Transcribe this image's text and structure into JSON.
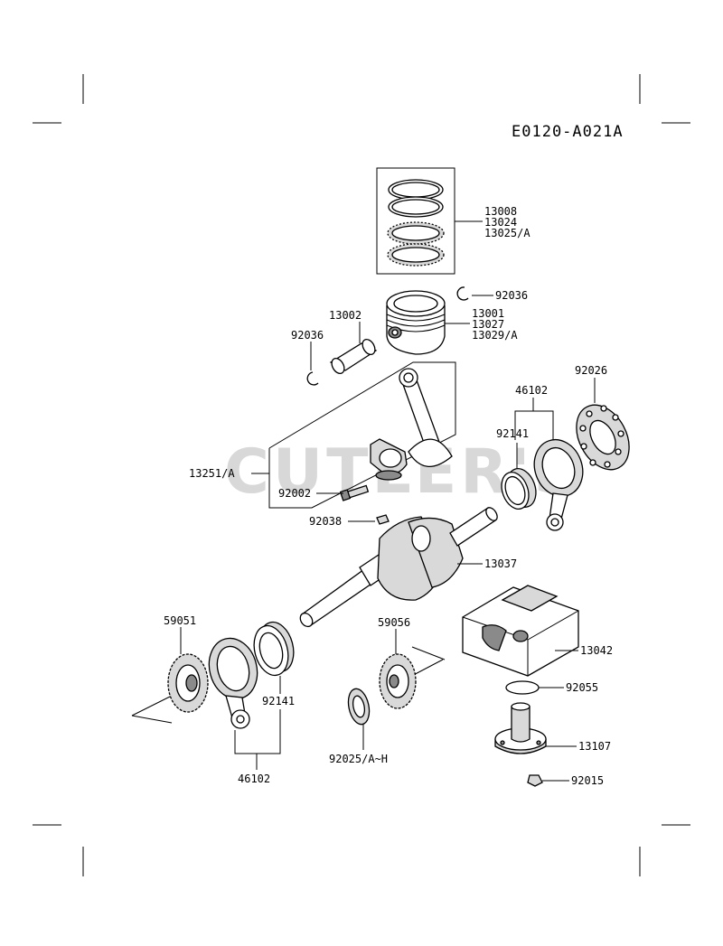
{
  "diagram_code": "E0120-A021A",
  "watermark": "CUTLER'S",
  "labels": {
    "l13008": "13008",
    "l13024": "13024",
    "l13025": "13025/A",
    "l92036a": "92036",
    "l13001": "13001",
    "l13027": "13027",
    "l13029": "13029/A",
    "l13002": "13002",
    "l92036b": "92036",
    "l92026": "92026",
    "l46102a": "46102",
    "l92141a": "92141",
    "l13251": "13251/A",
    "l92002": "92002",
    "l92038": "92038",
    "l13037": "13037",
    "l59051": "59051",
    "l59056": "59056",
    "l13042": "13042",
    "l92141b": "92141",
    "l92055": "92055",
    "l13107": "13107",
    "l92025": "92025/A~H",
    "l46102b": "46102",
    "l92015": "92015"
  }
}
